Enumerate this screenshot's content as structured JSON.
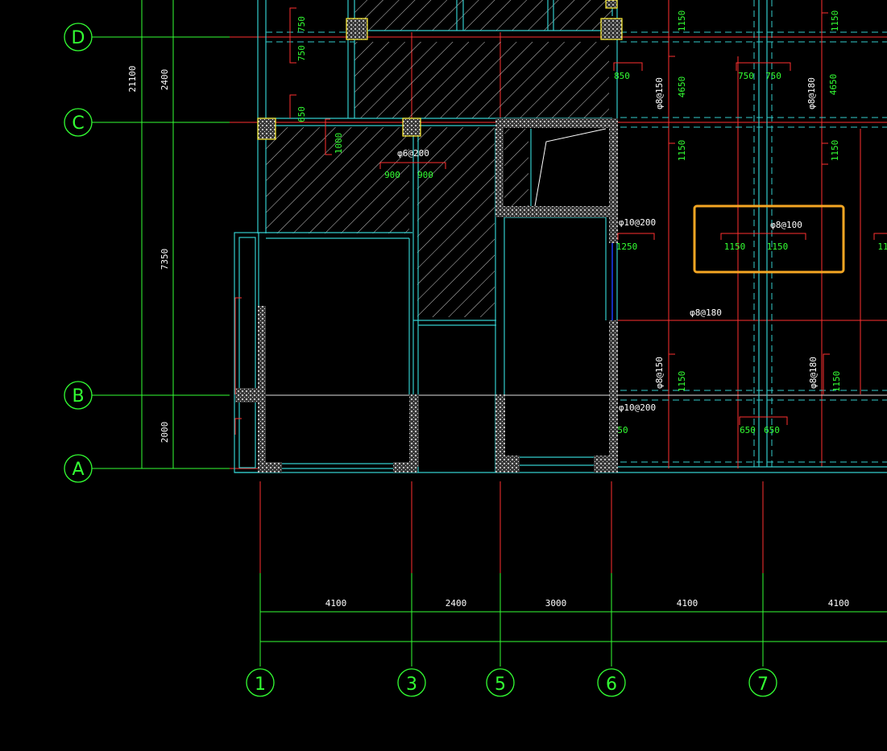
{
  "drawing": {
    "grid_rows": [
      "D",
      "C",
      "B",
      "A"
    ],
    "grid_columns": [
      "1",
      "3",
      "5",
      "6",
      "7"
    ],
    "vertical_dims": {
      "overall": "21100",
      "segments": [
        "2400",
        "7350",
        "2000"
      ]
    },
    "horizontal_dims": [
      "4100",
      "2400",
      "3000",
      "4100",
      "4100"
    ],
    "rebar_labels": {
      "phi6_200": "φ6@200",
      "phi10_200_top": "φ10@200",
      "phi10_200_bottom": "φ10@200",
      "phi8_180_mid": "φ8@180",
      "phi8_150_top": "φ8@150",
      "phi8_180_top": "φ8@180",
      "phi8_150_bottom": "φ8@150",
      "phi8_180_bottom": "φ8@180",
      "phi8_100_highlight": "φ8@100"
    },
    "dim_labels": {
      "d750a": "750",
      "d750b": "750",
      "d650_left": "650",
      "d1000": "1000",
      "d900a": "900",
      "d900b": "900",
      "d850": "850",
      "d4650a": "4650",
      "d1150_top_a": "1150",
      "d1150_top_b": "1150",
      "d750_top_a": "750",
      "d750_top_b": "750",
      "d4650b": "4650",
      "d1150_mid_a": "1150",
      "d1150_mid_b": "1150",
      "d1250": "1250",
      "d1150_hl_a": "1150",
      "d1150_hl_b": "1150",
      "d1150_bot_a": "1150",
      "d1150_bot_b": "1150",
      "d650_bot_a": "650",
      "d650_bot_b": "650",
      "d50_partial": "50",
      "d11_edge": "11"
    },
    "highlight_color": "#f5a623"
  }
}
